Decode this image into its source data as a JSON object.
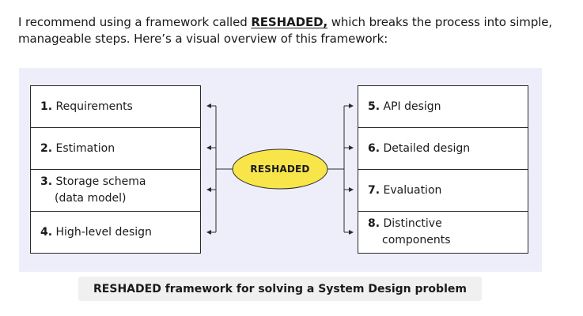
{
  "intro": {
    "before": "I recommend using a framework called ",
    "highlight": "RESHADED,",
    "after": " which breaks the process into simple, manageable steps. Here’s a visual overview of this framework:"
  },
  "diagram": {
    "center_label": "RESHADED",
    "center_color": "#f7e54a",
    "left_steps": [
      {
        "num": "1.",
        "first": "Requirements",
        "second": ""
      },
      {
        "num": "2.",
        "first": "Estimation",
        "second": ""
      },
      {
        "num": "3.",
        "first": "Storage schema",
        "second": "(data model)"
      },
      {
        "num": "4.",
        "first": "High-level design",
        "second": ""
      }
    ],
    "right_steps": [
      {
        "num": "5.",
        "first": "API design",
        "second": ""
      },
      {
        "num": "6.",
        "first": "Detailed design",
        "second": ""
      },
      {
        "num": "7.",
        "first": "Evaluation",
        "second": ""
      },
      {
        "num": "8.",
        "first": "Distinctive",
        "second": "components"
      }
    ]
  },
  "caption": "RESHADED framework for solving a System Design problem",
  "colors": {
    "panel_bg": "#eeeefb",
    "caption_bg": "#f0f0f0",
    "ellipse_fill": "#f7e54a"
  }
}
